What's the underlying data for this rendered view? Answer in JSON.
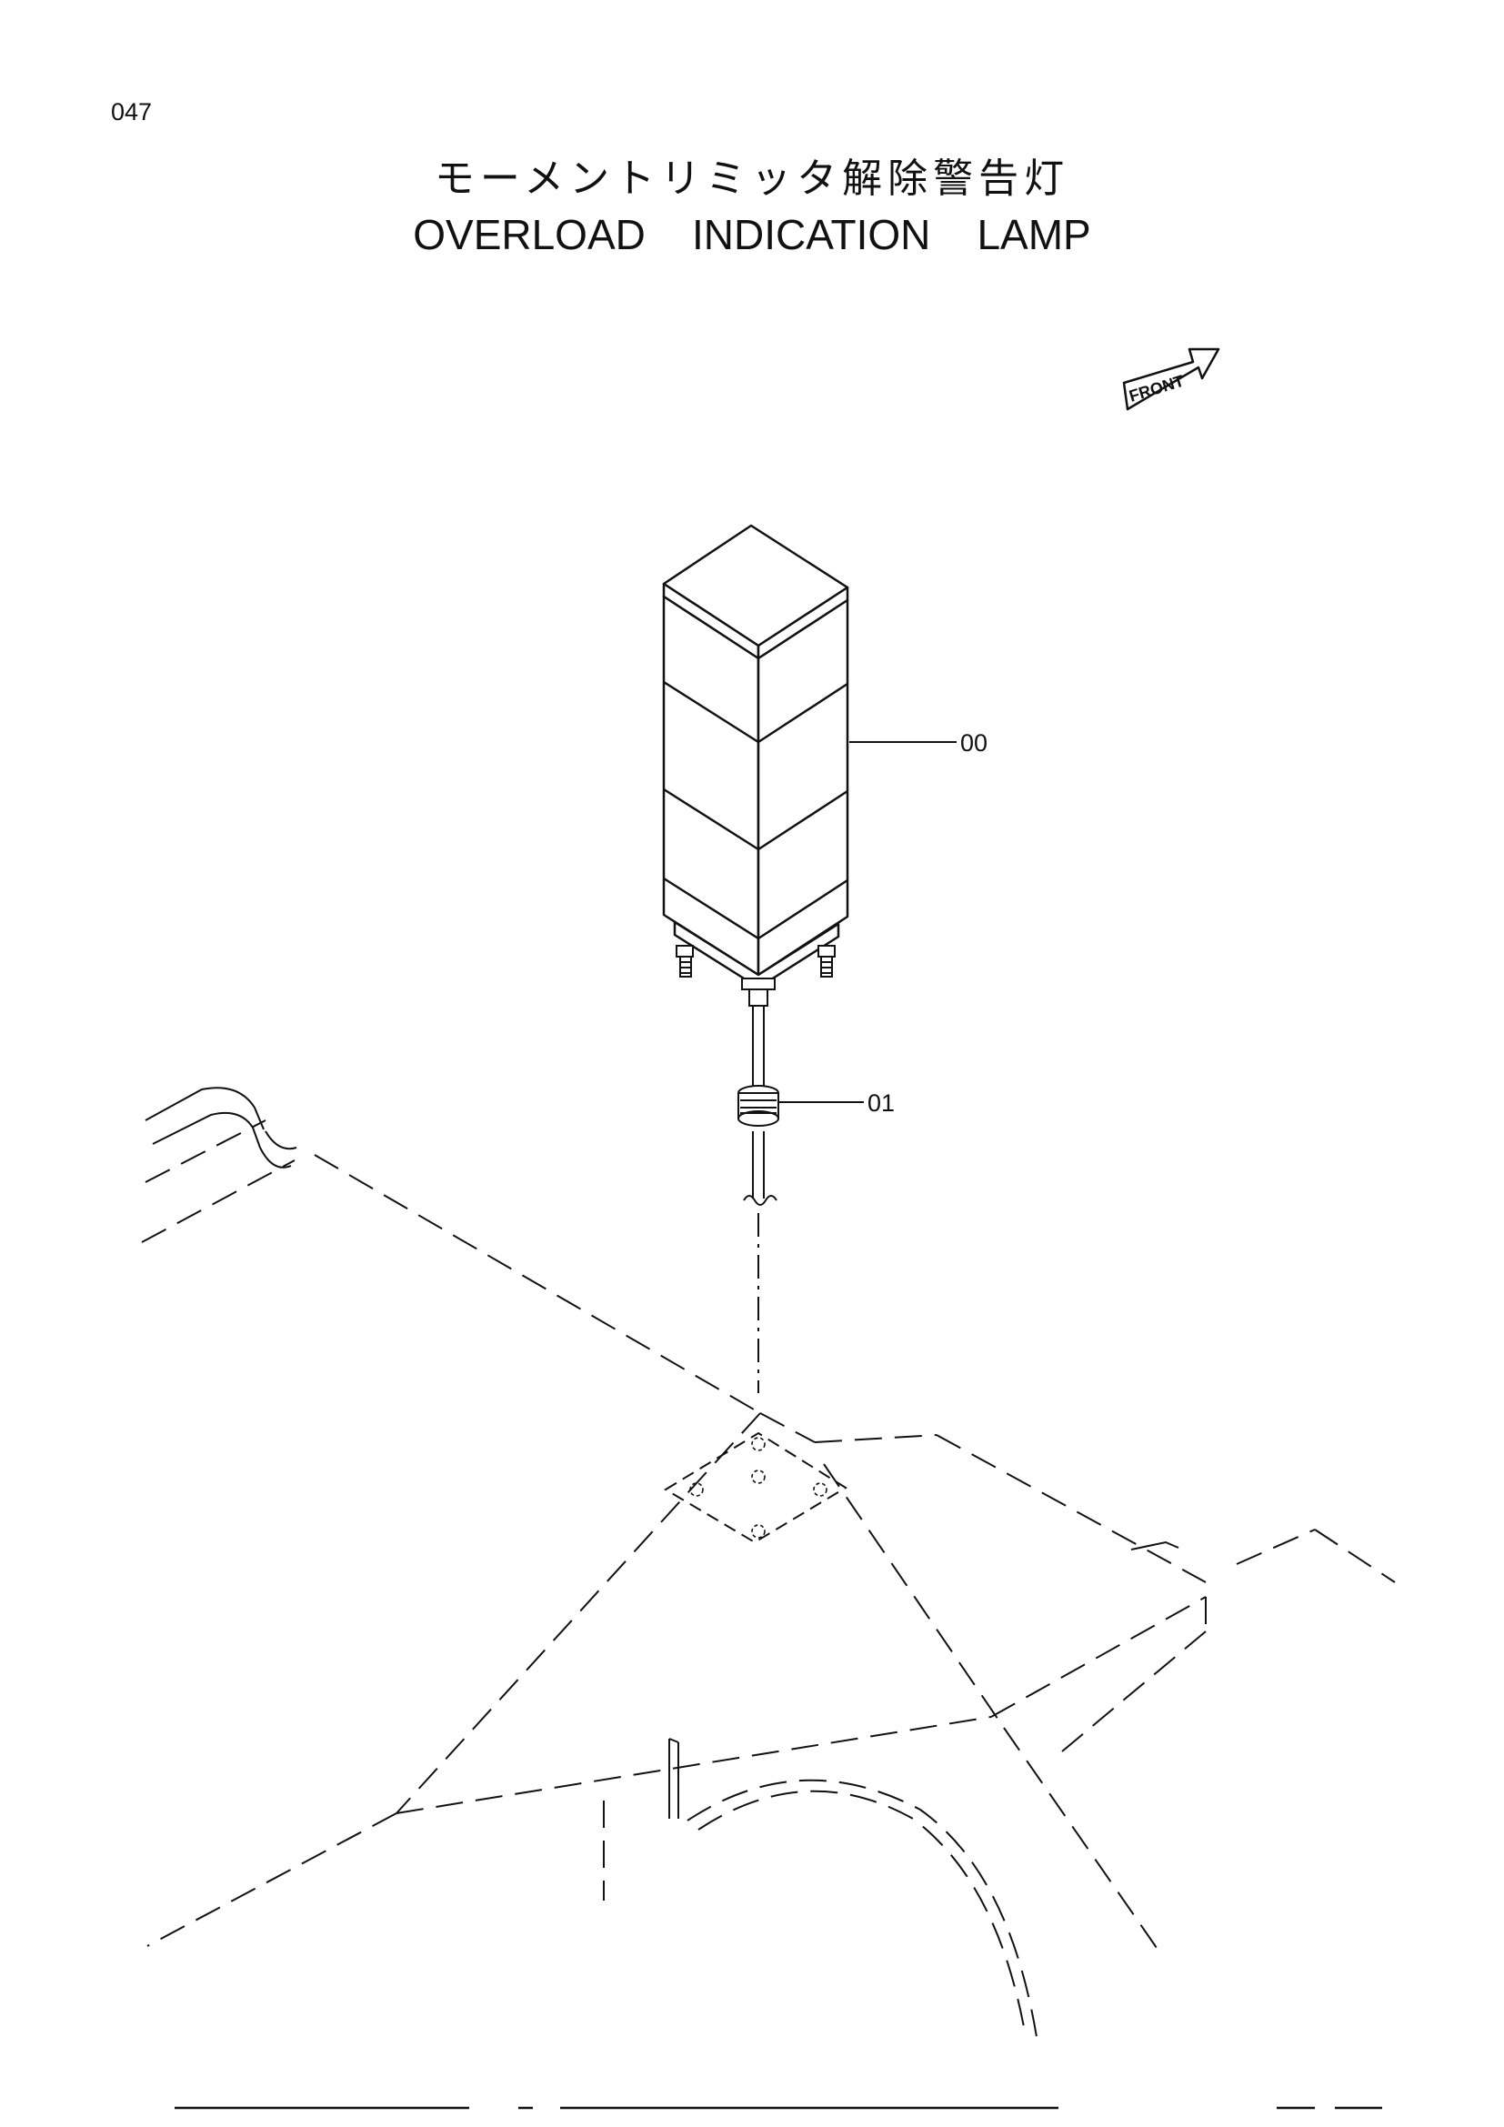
{
  "page": {
    "number": "047"
  },
  "title": {
    "japanese": "モーメントリミッタ解除警告灯",
    "english": "OVERLOAD    INDICATION    LAMP"
  },
  "front_marker": {
    "label": "FRONT"
  },
  "callouts": [
    {
      "id": "00"
    },
    {
      "id": "01"
    }
  ]
}
